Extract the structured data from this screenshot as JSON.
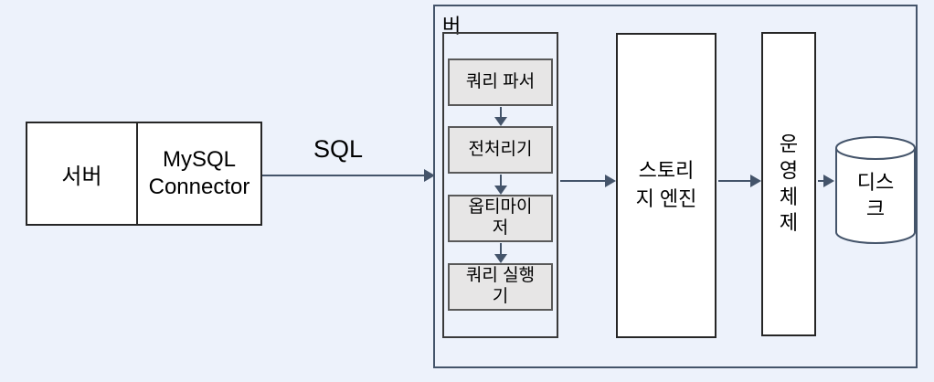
{
  "diagram": {
    "background_color": "#edf2fb",
    "accent_color": "#44546a",
    "client": {
      "server_label": "서버",
      "connector_label": "MySQL\nConnector"
    },
    "sql_label": "SQL",
    "mysql_server": {
      "container_label": "버",
      "pipeline": {
        "steps": [
          {
            "label": "쿼리 파서"
          },
          {
            "label": "전처리기"
          },
          {
            "label": "옵티마이\n저"
          },
          {
            "label": "쿼리 실행\n기"
          }
        ]
      },
      "storage_engine_label": "스토리\n지 엔진",
      "os_label": "운\n영\n체\n제",
      "disk_label": "디스\n크"
    }
  }
}
